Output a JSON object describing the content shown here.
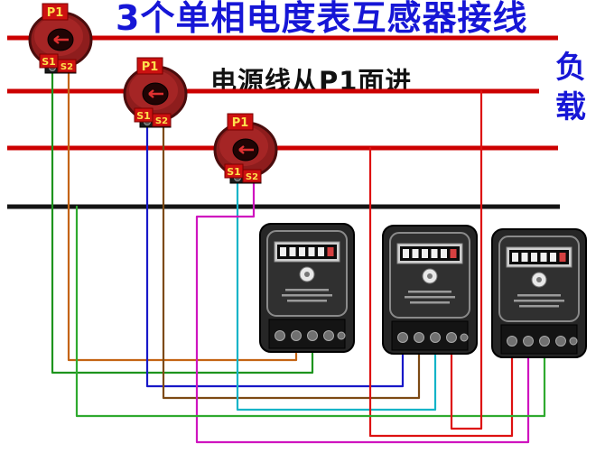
{
  "title": "3个单相电度表互感器接线",
  "subtitle": "电源线从P1面进",
  "load": {
    "char1": "负",
    "char2": "载"
  },
  "cts": [
    {
      "p1": "P1",
      "s1": "S1",
      "s2": "S2"
    },
    {
      "p1": "P1",
      "s1": "S1",
      "s2": "S2"
    },
    {
      "p1": "P1",
      "s1": "S1",
      "s2": "S2"
    }
  ],
  "colors": {
    "title_blue": "#1616d6",
    "subtitle_black": "#111111",
    "phase_line": "#cc0000",
    "neutral_line": "#141414",
    "ct_body": "#8e1d1d",
    "ct_hole": "#200404",
    "label_red": "#cc1111",
    "label_text": "#ffe14d"
  },
  "wires": [
    {
      "name": "ct1-s1-green",
      "color": "#1d941d"
    },
    {
      "name": "ct1-s2-orange",
      "color": "#c46414"
    },
    {
      "name": "ct2-s1-blue",
      "color": "#1818c8"
    },
    {
      "name": "ct2-s2-brown",
      "color": "#7d4a14"
    },
    {
      "name": "ct3-s1-cyan",
      "color": "#14b4c8"
    },
    {
      "name": "ct3-s2-magenta",
      "color": "#cf14bf"
    },
    {
      "name": "voltage-red-1",
      "color": "#dd1111"
    },
    {
      "name": "bottom-green",
      "color": "#2faa2f"
    },
    {
      "name": "voltage-red-2",
      "color": "#dd1111"
    }
  ]
}
